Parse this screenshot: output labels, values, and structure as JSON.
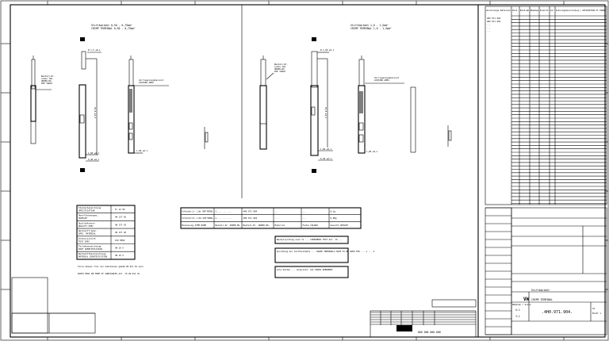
{
  "drawing": {
    "left_view": {
      "title_de": "Stiftkontakt 0,50 - 0,75mm²",
      "title_en": "CRIMP TERMINAL 0,50 - 0,75mm²",
      "dim_diameter": "Ø 1,5 ±0,1",
      "dim_length": "18,8 ±0,3",
      "dim_a": "1,00 ±0,1",
      "dim_b": "0,40 ±0,1",
      "dim_c": "1,00 ±0,1",
      "callout_part": [
        "Bestell-Nr.",
        "siehe Tab.",
        "ORDER-NO.",
        "SEE TABLE"
      ],
      "callout_sealing": [
        "Verriegelungsbereich",
        "LOCKING AREA"
      ]
    },
    "right_view": {
      "title_de": "Stiftkontakt 1,0 - 1,5mm²",
      "title_en": "CRIMP TERMINAL 1,0 - 1,5mm²",
      "dim_diameter": "Ø 1,60 ±0,1",
      "dim_length": "18,8 ±0,3",
      "dim_a": "1,00 ±0,1",
      "dim_b": "0,40 ±0,1",
      "dim_c": "1,00 ±0,1",
      "callout_part": [
        "Bestell-Nr.",
        "siehe Tab.",
        "ORDER-NO.",
        "SEE TABLE"
      ],
      "callout_sealing": [
        "Verriegelungsbereich",
        "LOCKING AREA"
      ]
    }
  },
  "spec_table": [
    {
      "label": [
        "Steckerbezeichnung",
        "SPECIFICATION"
      ],
      "value": "TL 12 05"
    },
    {
      "label": [
        "Oberflächenspez.",
        "SURFACE"
      ],
      "value": "VW 137 50"
    },
    {
      "label": [
        "Qualitätsnorm",
        "QUALITY SPEC"
      ],
      "value": "VW 137 03"
    },
    {
      "label": [
        "Werkstoff-Spez.",
        "SPEC. MATERIAL"
      ],
      "value": "VW 137 40"
    },
    {
      "label": [
        "Prüfvorschrift",
        "TEST SPEC"
      ],
      "value": "ISO 8092"
    },
    {
      "label": [
        "Teilekennzeichnung",
        "PART IDENTIFICATION"
      ],
      "value": "VW 10 5"
    },
    {
      "label": [
        "Werkstoffkennzeichnung",
        "MATERIAL IDENTIFICATION"
      ],
      "value": "VW 10 5"
    }
  ],
  "spec_notes": [
    "Teile müssen frei von Substanzen gemäß VW 911 01 sein.",
    "PARTS MUST BE FREE OF SUBSTANCES ACC. TO VW 911 01"
  ],
  "part_table": {
    "rows": [
      [
        "Stiftkontakt 1,0 - 1,5mm² CRIMP TERMINAL",
        "1 ... ... ...",
        "4H0 971 904",
        "...",
        "...",
        "0,1g"
      ],
      [
        "Stiftkontakt 0,50 - 0,75mm² CRIMP TERMINAL",
        "1 ... ... ...",
        "4H0 971 904",
        "...",
        "...",
        "0,08g"
      ],
      [
        "Benennung ITEM NAME",
        "Bestell-Nr. ORDER NO.",
        "Bestell-Nr. ORDER NO.",
        "Material",
        "Farbe COLOUR",
        "Gewicht WEIGHT"
      ]
    ]
  },
  "notes": [
    "Bauteilprüfung nach TL ... COMPONENT TEST ACC. TO ...",
    "Zuordnung der Stiftkontakte ... CRIMP TERMINALS HAVE TO BE USED FOR ... 1 ... 2",
    "Alle Kanten ... entgratet. ALL EDGES DEBURRED"
  ],
  "sheet_right": {
    "header": [
      "Zeichnungs-Referenz",
      "Änd.",
      "Datum",
      "Name",
      "Normprüfer",
      "Zust.",
      "Änderungsbeschreibung / DESCRIPTION OF CHANGE"
    ],
    "refs": [
      "4H0 971 904",
      "4H0 971 904",
      "...",
      "...",
      "..."
    ],
    "title_de": "Stiftkontakt",
    "title_en": "CRIMP TERMINAL",
    "part_number": ".4H0.971.904.",
    "scale_label": "Maßstab / Scale",
    "scale_1": "5:1",
    "scale_2": "1:1",
    "sheet": "Blatt 1",
    "format": "A3",
    "logo": "VW"
  },
  "revision_block": {
    "drawing_number": "000 000 000 000",
    "logo": "group"
  }
}
